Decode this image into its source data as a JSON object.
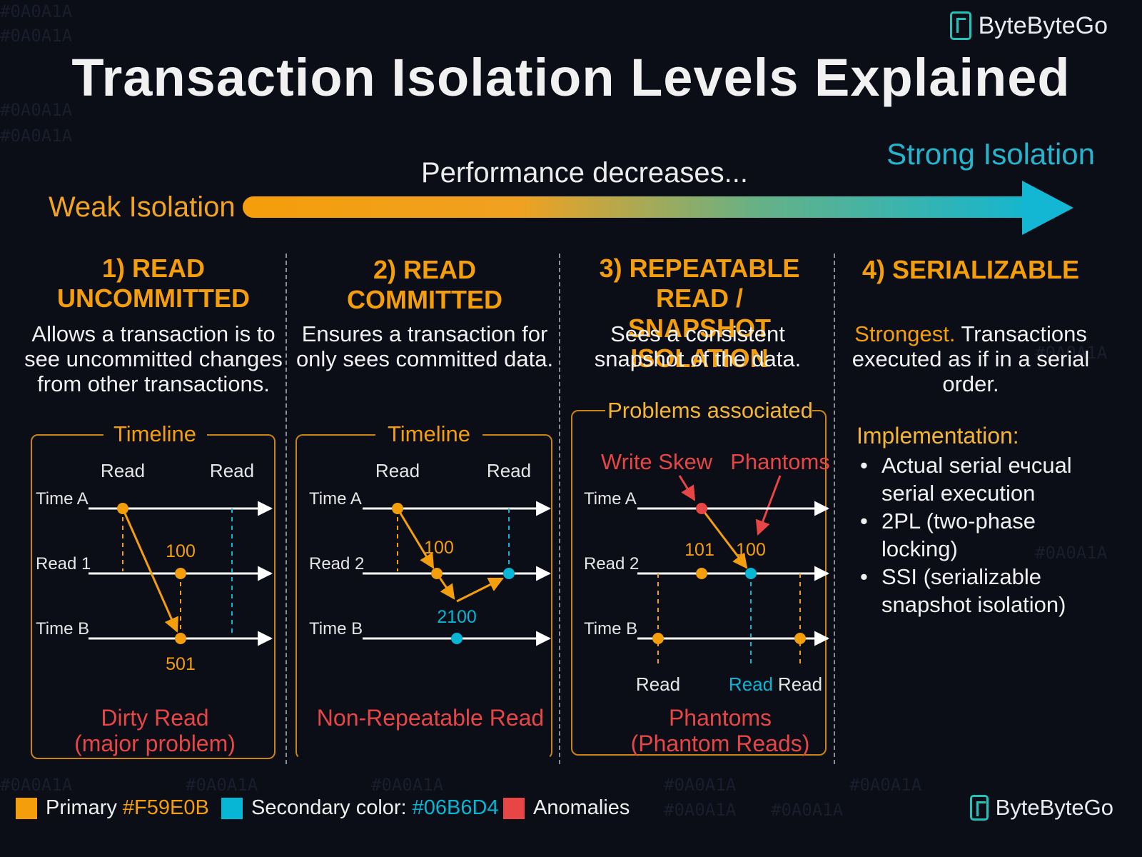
{
  "brand": {
    "name": "ByteByteGo"
  },
  "title": "Transaction Isolation Levels Explained",
  "spectrum": {
    "weak_label": "Weak Isolation",
    "strong_label": "Strong Isolation",
    "arrow_caption": "Performance decreases..."
  },
  "colors": {
    "primary": "#F59E0B",
    "secondary": "#06B6D4",
    "anomaly": "#E84545"
  },
  "columns": [
    {
      "title_line1": "1) READ",
      "title_line2": "UNCOMMITTED",
      "desc": [
        "Allows a transaction is to",
        "see uncommitted changes",
        "from other transactions."
      ],
      "panel_label": "Timeline",
      "read_top_left": "Read",
      "read_top_right": "Read",
      "row_labels": [
        "Time A",
        "Read 1",
        "Time B"
      ],
      "value_mid": "100",
      "value_bottom": "501",
      "anomaly_line1": "Dirty Read",
      "anomaly_line2": "(major problem)"
    },
    {
      "title_line1": "2) READ COMMITTED",
      "desc": [
        "Ensures a transaction for",
        "only sees committed data."
      ],
      "panel_label": "Timeline",
      "read_top_left": "Read",
      "read_top_right": "Read",
      "row_labels": [
        "Time A",
        "Read 2",
        "Time B"
      ],
      "value_mid": "100",
      "value_bottom": "2100",
      "anomaly_line1": "Non-Repeatable Read"
    },
    {
      "title_line1": "3) REPEATABLE READ /",
      "title_line2": "SNAPSHOT ISOLATION",
      "desc": [
        "Sees a consistent",
        "snapshot of the data."
      ],
      "panel_label": "Problems associated",
      "problem_left": "Write Skew",
      "problem_right": "Phantoms",
      "row_labels": [
        "Time A",
        "Read 2",
        "Time B"
      ],
      "value_left": "101",
      "value_right": "100",
      "reads_bottom": [
        "Read",
        "Read",
        "Read"
      ],
      "anomaly_line1": "Phantoms",
      "anomaly_line2": "(Phantom Reads)"
    },
    {
      "title_line1": "4) SERIALIZABLE",
      "desc_highlight": "Strongest.",
      "desc_line1_rest": " Transactions",
      "desc": [
        "executed as if in a serial",
        "order."
      ],
      "impl_title": "Implementation:",
      "bullets": [
        "Actual serial ечсual serial execution",
        "2PL (two-phase locking)",
        "SSI (serializable snapshot isolation)"
      ]
    }
  ],
  "legend": {
    "primary_label": "Primary",
    "primary_value": "#F59E0B",
    "secondary_label": "Secondary color:",
    "secondary_value": "#06B6D4",
    "anomaly_label": "Anomalies"
  },
  "background_hex": "#0A0A1A"
}
